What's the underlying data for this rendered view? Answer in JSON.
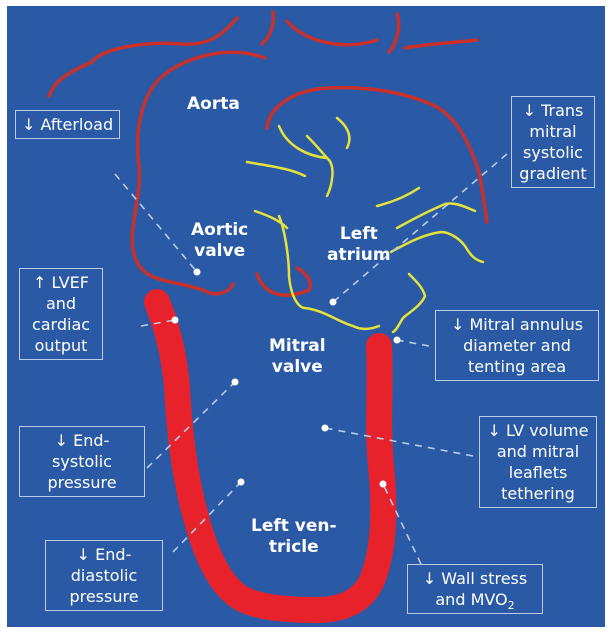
{
  "colors": {
    "background": "#2a5aa6",
    "vessel_outline": "#c8302c",
    "ventricle_wall": "#e8222b",
    "atrium_vessels": "#e6e23c",
    "box_border": "#b9cdea",
    "text": "#ffffff"
  },
  "structures": {
    "aorta": "Aorta",
    "aortic_valve": [
      "Aortic",
      "valve"
    ],
    "left_atrium": [
      "Left",
      "atrium"
    ],
    "mitral_valve": [
      "Mitral",
      "valve"
    ],
    "left_ventricle": [
      "Left ven-",
      "tricle"
    ]
  },
  "effects": {
    "afterload": {
      "arrow": "↓",
      "lines": [
        "Afterload"
      ]
    },
    "transmitral": {
      "arrow": "↓",
      "lines": [
        "Trans",
        "mitral",
        "systolic",
        "gradient"
      ]
    },
    "lvef": {
      "arrow": "↑",
      "lines": [
        "LVEF",
        "and",
        "cardiac",
        "output"
      ]
    },
    "annulus": {
      "arrow": "↓",
      "lines": [
        "Mitral annulus",
        "diameter and",
        "tenting area"
      ]
    },
    "end_systolic": {
      "arrow": "↓",
      "lines": [
        "End-",
        "systolic",
        "pressure"
      ]
    },
    "lv_volume": {
      "arrow": "↓",
      "lines": [
        "LV volume",
        "and mitral",
        "leaflets",
        "tethering"
      ]
    },
    "end_diastolic": {
      "arrow": "↓",
      "lines": [
        "End-",
        "diastolic",
        "pressure"
      ]
    },
    "wall_stress": {
      "arrow": "↓",
      "lines": [
        "Wall stress",
        "and MVO"
      ],
      "subscript": "2"
    }
  }
}
